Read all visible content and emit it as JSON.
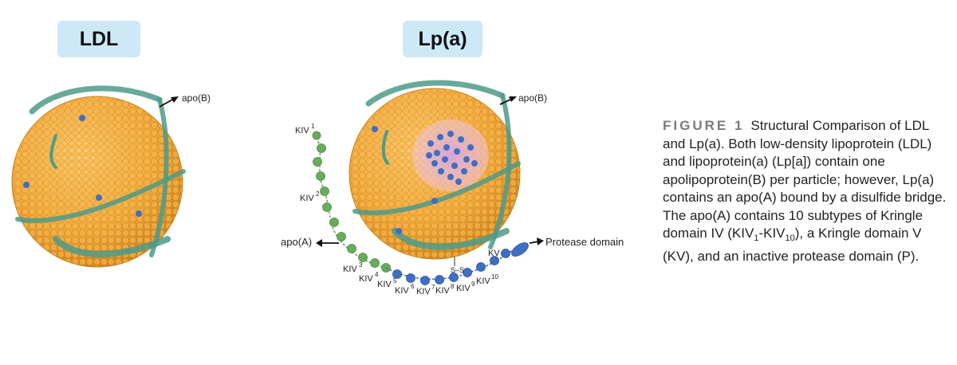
{
  "titles": {
    "ldl": "LDL",
    "lpa": "Lp(a)"
  },
  "labels": {
    "apob_left": "apo(B)",
    "apob_right": "apo(B)",
    "apoa": "apo(A)",
    "protease": "Protease domain",
    "kv": "KV",
    "disulfide": "S–S",
    "kiv": "KIV",
    "kiv_numbers": [
      "1",
      "2",
      "3",
      "4",
      "5",
      "6",
      "7",
      "8",
      "9",
      "10"
    ]
  },
  "caption": {
    "figure_label": "FIGURE 1",
    "part1": "Structural Comparison of LDL and Lp(a). Both low-density lipoprotein (LDL) and lipoprotein(a) (Lp[a]) contain one apolipoprotein(B) per particle; however, Lp(a) contains an apo(A) bound by a disulfide bridge. The apo(A) contains 10 subtypes of Kringle domain IV (KIV",
    "sub1": "1",
    "part2": "-KIV",
    "sub2": "10",
    "part3": "), a Kringle domain V (KV), and an inactive protease domain (P)."
  },
  "colors": {
    "particle": "#f2a93b",
    "particle_dark": "#c97d17",
    "apob_ribbon": "#4e9a8a",
    "kiv_green": "#6aab5c",
    "kiv_blue": "#3f6fc4",
    "badge": "#cde9f7",
    "figure_label": "#7b7b7b"
  }
}
